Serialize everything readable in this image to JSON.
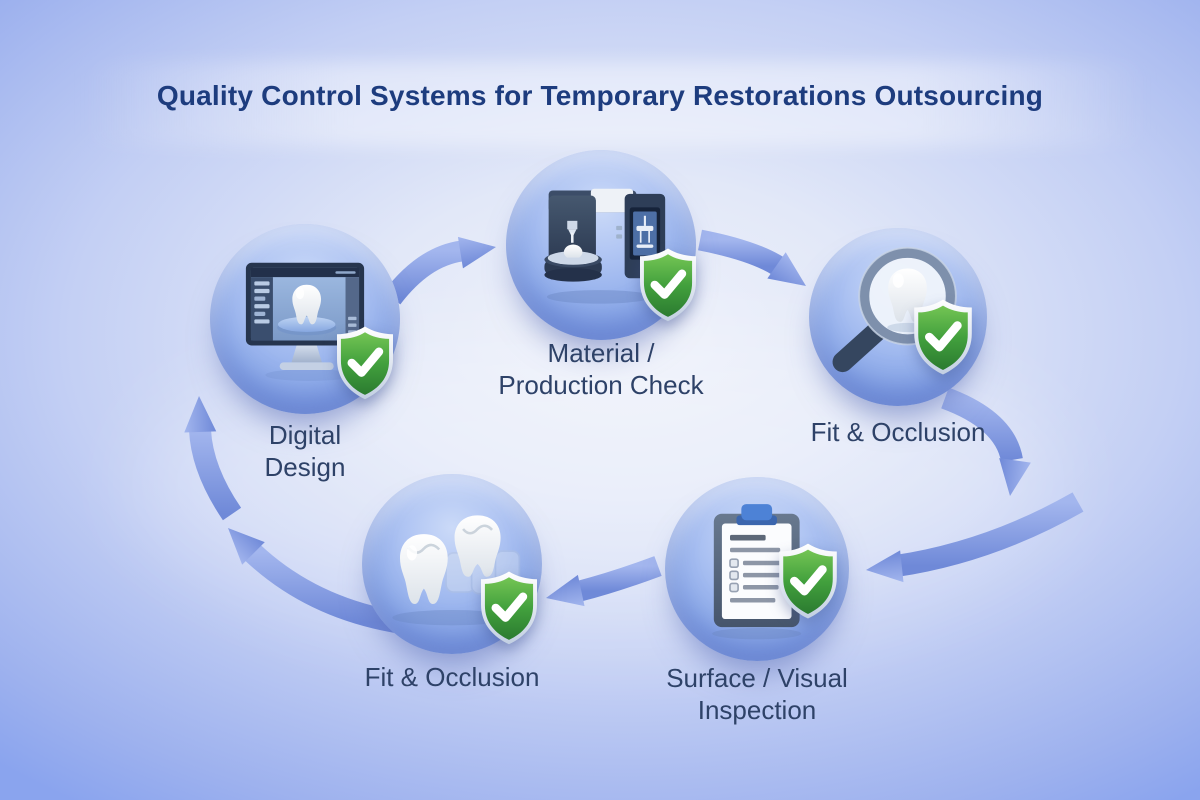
{
  "title": "Quality Control Systems for Temporary Restorations Outsourcing",
  "diagram": {
    "type": "cycle",
    "direction": "clockwise",
    "nodes": [
      {
        "id": "digital-design",
        "label": "Digital Design",
        "label_lines": [
          "Digital",
          "Design"
        ],
        "icon": "monitor-tooth-cad-icon",
        "badge": "shield-check-icon"
      },
      {
        "id": "material-production-check",
        "label": "Material / Production Check",
        "label_lines": [
          "Material /",
          "Production Check"
        ],
        "icon": "milling-machine-icon",
        "badge": "shield-check-icon"
      },
      {
        "id": "fit-occlusion-right",
        "label": "Fit & Occlusion",
        "label_lines": [
          "Fit & Occlusion"
        ],
        "icon": "magnifier-tooth-icon",
        "badge": "shield-check-icon"
      },
      {
        "id": "surface-visual-inspection",
        "label": "Surface / Visual Inspection",
        "label_lines": [
          "Surface / Visual",
          "Inspection"
        ],
        "icon": "clipboard-checklist-icon",
        "badge": "shield-check-icon"
      },
      {
        "id": "fit-occlusion-bottom",
        "label": "Fit & Occlusion",
        "label_lines": [
          "Fit & Occlusion"
        ],
        "icon": "teeth-bridge-icon",
        "badge": "shield-check-icon"
      }
    ],
    "edges": [
      {
        "from": "digital-design",
        "to": "material-production-check"
      },
      {
        "from": "material-production-check",
        "to": "fit-occlusion-right"
      },
      {
        "from": "fit-occlusion-right",
        "to": "surface-visual-inspection"
      },
      {
        "from": "surface-visual-inspection",
        "to": "fit-occlusion-bottom"
      },
      {
        "from": "fit-occlusion-bottom",
        "to": "digital-design"
      }
    ]
  },
  "colors": {
    "background_edge": "#8aa4ee",
    "background_center": "#eff2fb",
    "title_text": "#1d3c7e",
    "label_text": "#2e4268",
    "node_sphere": "#90adeb",
    "arrow": "#8099e2",
    "shield_green": "#3f9c3c",
    "shield_rim": "#dfe7f2",
    "checkmark": "#ffffff"
  }
}
